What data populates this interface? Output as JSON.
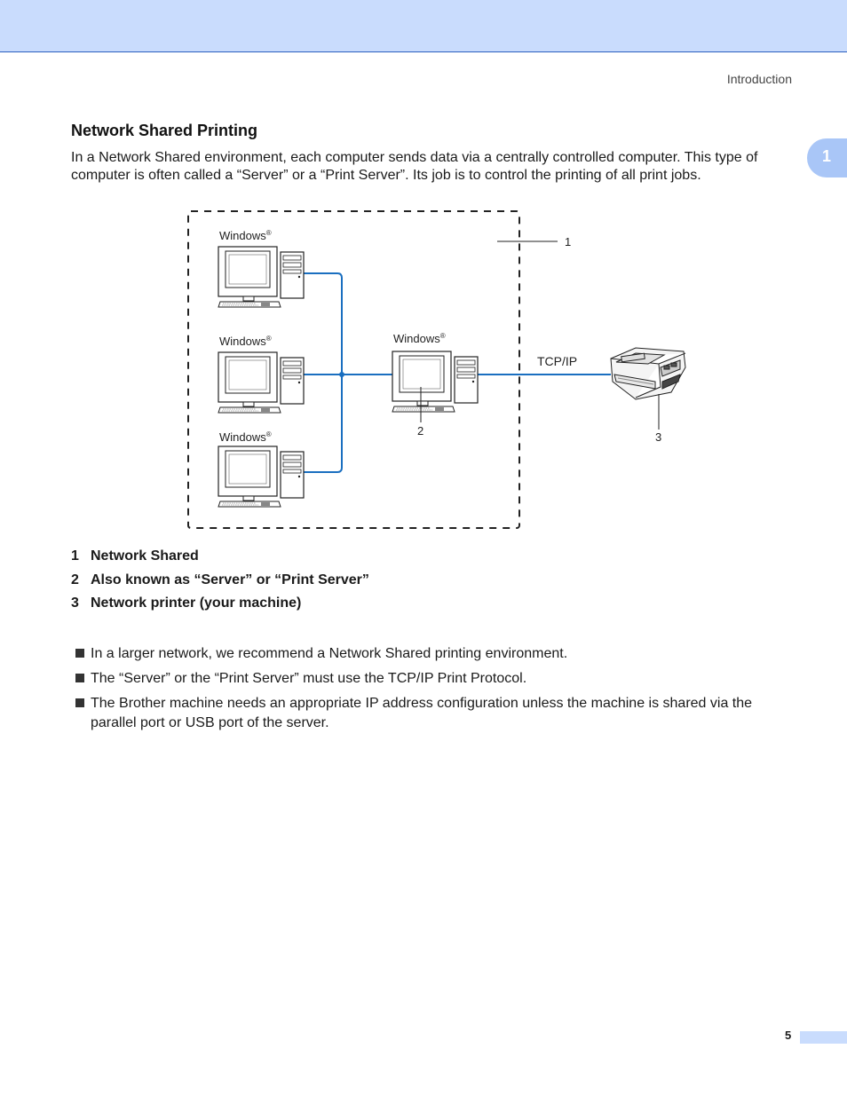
{
  "header": {
    "section": "Introduction",
    "chapter_number": "1"
  },
  "title": "Network Shared Printing",
  "intro": "In a Network Shared environment, each computer sends data via a centrally controlled computer. This type of computer is often called a “Server” or a “Print Server”. Its job is to control the printing of all print jobs.",
  "diagram": {
    "os_label": "Windows",
    "registered": "®",
    "protocol": "TCP/IP",
    "callouts": [
      "1",
      "2",
      "3"
    ]
  },
  "legend": [
    {
      "num": "1",
      "text": "Network Shared"
    },
    {
      "num": "2",
      "text": "Also known as “Server” or “Print Server”"
    },
    {
      "num": "3",
      "text": "Network printer (your machine)"
    }
  ],
  "bullets": [
    "In a larger network, we recommend a Network Shared printing environment.",
    "The “Server” or the “Print Server” must use the TCP/IP Print Protocol.",
    "The Brother machine needs an appropriate IP address configuration unless the machine is shared via the parallel port or USB port of the server."
  ],
  "footer": {
    "page": "5"
  },
  "colors": {
    "band": "#c9dcfd",
    "tab": "#a9c6f7",
    "network_line": "#1a6fc0"
  }
}
